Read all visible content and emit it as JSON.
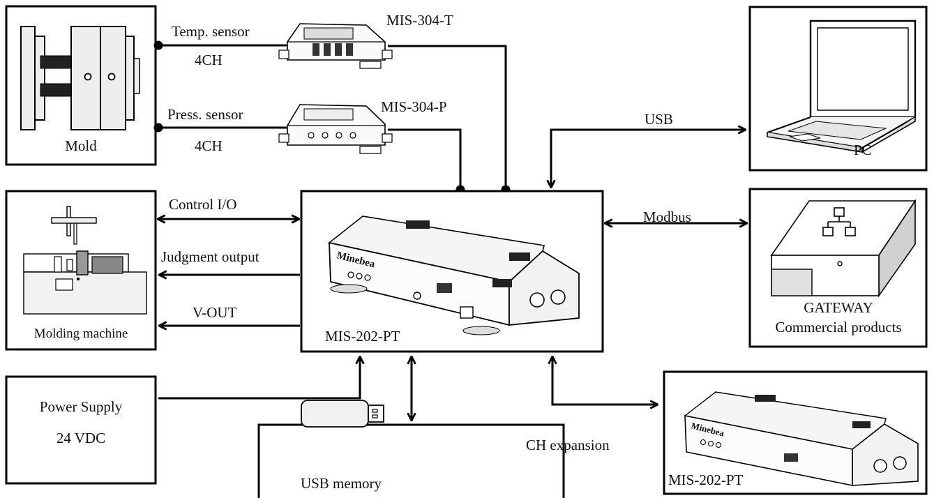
{
  "mold": {
    "label": "Mold"
  },
  "sensors": {
    "temp": {
      "name": "Temp. sensor",
      "channels": "4CH",
      "model": "MIS-304-T"
    },
    "press": {
      "name": "Press. sensor",
      "channels": "4CH",
      "model": "MIS-304-P"
    }
  },
  "pc": {
    "label": "PC",
    "link": "USB"
  },
  "molding_machine": {
    "label": "Molding machine",
    "links": {
      "control": "Control I/O",
      "judgment": "Judgment output",
      "vout": "V-OUT"
    }
  },
  "main_unit": {
    "label": "MIS-202-PT",
    "brand": "Minebea"
  },
  "gateway": {
    "line1": "GATEWAY",
    "line2": "Commercial products",
    "link": "Modbus"
  },
  "power": {
    "line1": "Power Supply",
    "line2": "24 VDC"
  },
  "usb_memory": {
    "label": "USB memory"
  },
  "expansion": {
    "link": "CH expansion",
    "label": "MIS-202-PT",
    "brand": "Minebea"
  }
}
